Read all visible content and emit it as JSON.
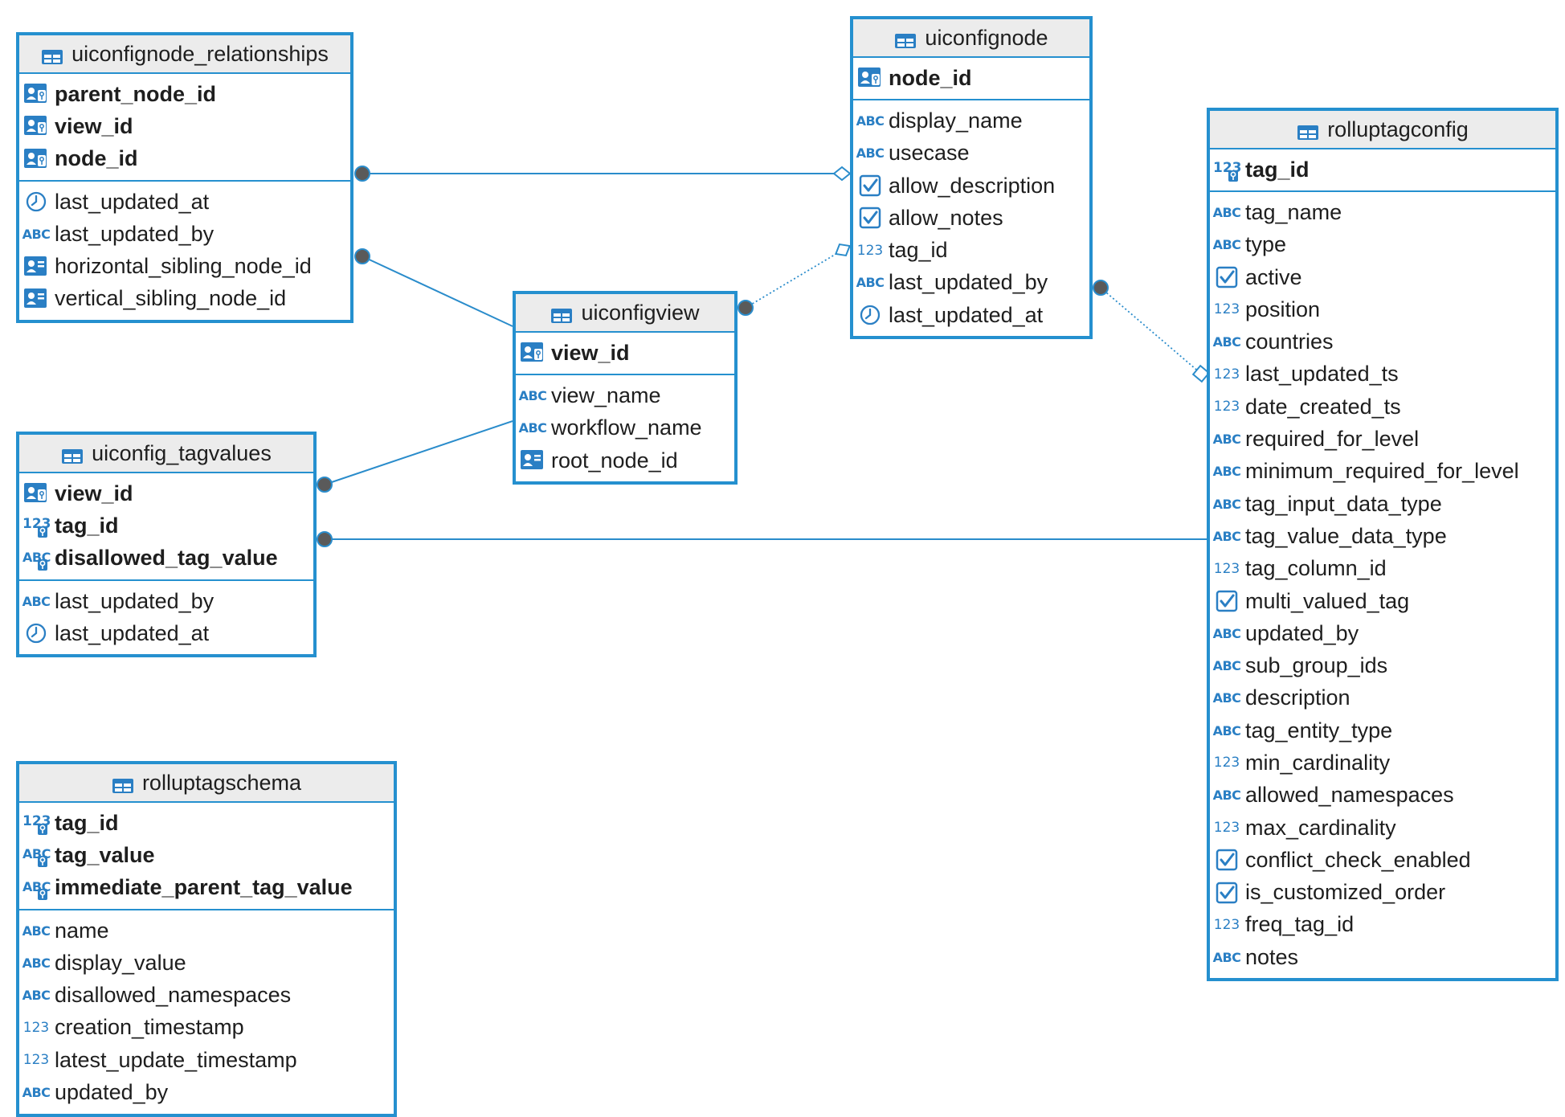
{
  "diagram": {
    "entities": [
      {
        "id": "uiconfignode_relationships",
        "name": "uiconfignode_relationships",
        "keys": [
          {
            "name": "parent_node_id",
            "type": "fk"
          },
          {
            "name": "view_id",
            "type": "fk"
          },
          {
            "name": "node_id",
            "type": "fk"
          }
        ],
        "columns": [
          {
            "name": "last_updated_at",
            "type": "clock"
          },
          {
            "name": "last_updated_by",
            "type": "abc"
          },
          {
            "name": "horizontal_sibling_node_id",
            "type": "ref"
          },
          {
            "name": "vertical_sibling_node_id",
            "type": "ref"
          }
        ]
      },
      {
        "id": "uiconfignode",
        "name": "uiconfignode",
        "keys": [
          {
            "name": "node_id",
            "type": "fk"
          }
        ],
        "columns": [
          {
            "name": "display_name",
            "type": "abc"
          },
          {
            "name": "usecase",
            "type": "abc"
          },
          {
            "name": "allow_description",
            "type": "check"
          },
          {
            "name": "allow_notes",
            "type": "check"
          },
          {
            "name": "tag_id",
            "type": "num"
          },
          {
            "name": "last_updated_by",
            "type": "abc"
          },
          {
            "name": "last_updated_at",
            "type": "clock"
          }
        ]
      },
      {
        "id": "uiconfigview",
        "name": "uiconfigview",
        "keys": [
          {
            "name": "view_id",
            "type": "fk"
          }
        ],
        "columns": [
          {
            "name": "view_name",
            "type": "abc"
          },
          {
            "name": "workflow_name",
            "type": "abc"
          },
          {
            "name": "root_node_id",
            "type": "ref"
          }
        ]
      },
      {
        "id": "uiconfig_tagvalues",
        "name": "uiconfig_tagvalues",
        "keys": [
          {
            "name": "view_id",
            "type": "fk"
          },
          {
            "name": "tag_id",
            "type": "numkey"
          },
          {
            "name": "disallowed_tag_value",
            "type": "abckey"
          }
        ],
        "columns": [
          {
            "name": "last_updated_by",
            "type": "abc"
          },
          {
            "name": "last_updated_at",
            "type": "clock"
          }
        ]
      },
      {
        "id": "rolluptagconfig",
        "name": "rolluptagconfig",
        "keys": [
          {
            "name": "tag_id",
            "type": "numkey"
          }
        ],
        "columns": [
          {
            "name": "tag_name",
            "type": "abc"
          },
          {
            "name": "type",
            "type": "abc"
          },
          {
            "name": "active",
            "type": "check"
          },
          {
            "name": "position",
            "type": "num"
          },
          {
            "name": "countries",
            "type": "abc"
          },
          {
            "name": "last_updated_ts",
            "type": "num"
          },
          {
            "name": "date_created_ts",
            "type": "num"
          },
          {
            "name": "required_for_level",
            "type": "abc"
          },
          {
            "name": "minimum_required_for_level",
            "type": "abc"
          },
          {
            "name": "tag_input_data_type",
            "type": "abc"
          },
          {
            "name": "tag_value_data_type",
            "type": "abc"
          },
          {
            "name": "tag_column_id",
            "type": "num"
          },
          {
            "name": "multi_valued_tag",
            "type": "check"
          },
          {
            "name": "updated_by",
            "type": "abc"
          },
          {
            "name": "sub_group_ids",
            "type": "abc"
          },
          {
            "name": "description",
            "type": "abc"
          },
          {
            "name": "tag_entity_type",
            "type": "abc"
          },
          {
            "name": "min_cardinality",
            "type": "num"
          },
          {
            "name": "allowed_namespaces",
            "type": "abc"
          },
          {
            "name": "max_cardinality",
            "type": "num"
          },
          {
            "name": "conflict_check_enabled",
            "type": "check"
          },
          {
            "name": "is_customized_order",
            "type": "check"
          },
          {
            "name": "freq_tag_id",
            "type": "num"
          },
          {
            "name": "notes",
            "type": "abc"
          }
        ]
      },
      {
        "id": "rolluptagschema",
        "name": "rolluptagschema",
        "keys": [
          {
            "name": "tag_id",
            "type": "numkey"
          },
          {
            "name": "tag_value",
            "type": "abckey"
          },
          {
            "name": "immediate_parent_tag_value",
            "type": "abckey"
          }
        ],
        "columns": [
          {
            "name": "name",
            "type": "abc"
          },
          {
            "name": "display_value",
            "type": "abc"
          },
          {
            "name": "disallowed_namespaces",
            "type": "abc"
          },
          {
            "name": "creation_timestamp",
            "type": "num"
          },
          {
            "name": "latest_update_timestamp",
            "type": "num"
          },
          {
            "name": "updated_by",
            "type": "abc"
          }
        ]
      }
    ],
    "relationships": [
      {
        "id": "rel-relationships-node",
        "from": "uiconfignode_relationships",
        "to": "uiconfignode",
        "style": "solid"
      },
      {
        "id": "rel-relationships-view",
        "from": "uiconfignode_relationships",
        "to": "uiconfigview",
        "style": "solid"
      },
      {
        "id": "rel-view-node",
        "from": "uiconfigview",
        "to": "uiconfignode",
        "style": "dotted"
      },
      {
        "id": "rel-tagvalues-view",
        "from": "uiconfig_tagvalues",
        "to": "uiconfigview",
        "style": "solid"
      },
      {
        "id": "rel-tagvalues-rolluptagconfig",
        "from": "uiconfig_tagvalues",
        "to": "rolluptagconfig",
        "style": "solid"
      },
      {
        "id": "rel-node-rolluptagconfig",
        "from": "uiconfignode",
        "to": "rolluptagconfig",
        "style": "dotted"
      }
    ],
    "colors": {
      "border": "#2590cf",
      "header_bg": "#ececec",
      "line": "#2a8ccb",
      "endpoint": "#5a5a5a"
    }
  }
}
